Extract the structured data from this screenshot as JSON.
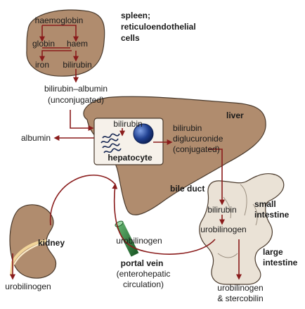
{
  "spleen": {
    "title_line1": "spleen;",
    "title_line2": "reticuloendothelial",
    "title_line3": "cells",
    "haemoglobin": "haemoglobin",
    "globin": "globin",
    "haem": "haem",
    "iron": "iron",
    "bilirubin": "bilirubin"
  },
  "plasma": {
    "complex_line1": "bilirubin–albumin",
    "complex_line2": "(unconjugated)",
    "albumin": "albumin"
  },
  "liver": {
    "title": "liver",
    "bilirubin": "bilirubin",
    "hepatocyte": "hepatocyte",
    "conj_line1": "bilirubin",
    "conj_line2": "diglucuronide",
    "conj_line3": "(conjugated)",
    "bile_duct": "bile duct"
  },
  "intestine": {
    "small_line1": "small",
    "small_line2": "intestine",
    "large_line1": "large",
    "large_line2": "intestine",
    "bilirubin": "bilirubin",
    "urobilinogen": "urobilinogen",
    "out_line1": "urobilinogen",
    "out_line2": "& stercobilin"
  },
  "portal": {
    "urobilinogen": "urobilinogen",
    "line1": "portal vein",
    "line2": "(enterohepatic",
    "line3": "circulation)"
  },
  "kidney": {
    "title": "kidney",
    "urobilinogen": "urobilinogen"
  },
  "colors": {
    "organ_fill": "#b08c6e",
    "organ_stroke": "#4a3a2c",
    "arrow": "#8a1c1c",
    "intestine_fill": "#eae2d6",
    "vein_fill": "#2f7d3c",
    "nucleus": "#1f3f8f"
  }
}
